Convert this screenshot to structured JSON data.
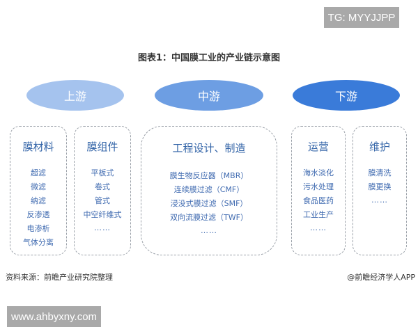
{
  "watermarks": {
    "top_right": "TG: MYYJJPP",
    "bottom_left": "www.ahbyxny.com"
  },
  "title": "图表1：中国膜工业的产业链示意图",
  "stages": [
    {
      "label": "上游",
      "color": "#a5c3ee"
    },
    {
      "label": "中游",
      "color": "#6d9ee3"
    },
    {
      "label": "下游",
      "color": "#3a7bd9"
    }
  ],
  "boxes": [
    {
      "heading": "膜材料",
      "items": [
        "超滤",
        "微滤",
        "纳滤",
        "反渗透",
        "电渗析",
        "气体分离"
      ],
      "more": ""
    },
    {
      "heading": "膜组件",
      "items": [
        "平板式",
        "卷式",
        "管式",
        "中空纤维式"
      ],
      "more": "……"
    },
    {
      "heading": "工程设计、制造",
      "items": [
        "膜生物反应器（MBR）",
        "连续膜过滤（CMF）",
        "浸没式膜过滤（SMF）",
        "双向流膜过滤（TWF）"
      ],
      "more": "……"
    },
    {
      "heading": "运营",
      "items": [
        "海水淡化",
        "污水处理",
        "食品医药",
        "工业生产"
      ],
      "more": "……"
    },
    {
      "heading": "维护",
      "items": [
        "膜清洗",
        "膜更换"
      ],
      "more": "……"
    }
  ],
  "footer": {
    "source": "资料来源：前瞻产业研究院整理",
    "credit": "@前瞻经济学人APP"
  }
}
